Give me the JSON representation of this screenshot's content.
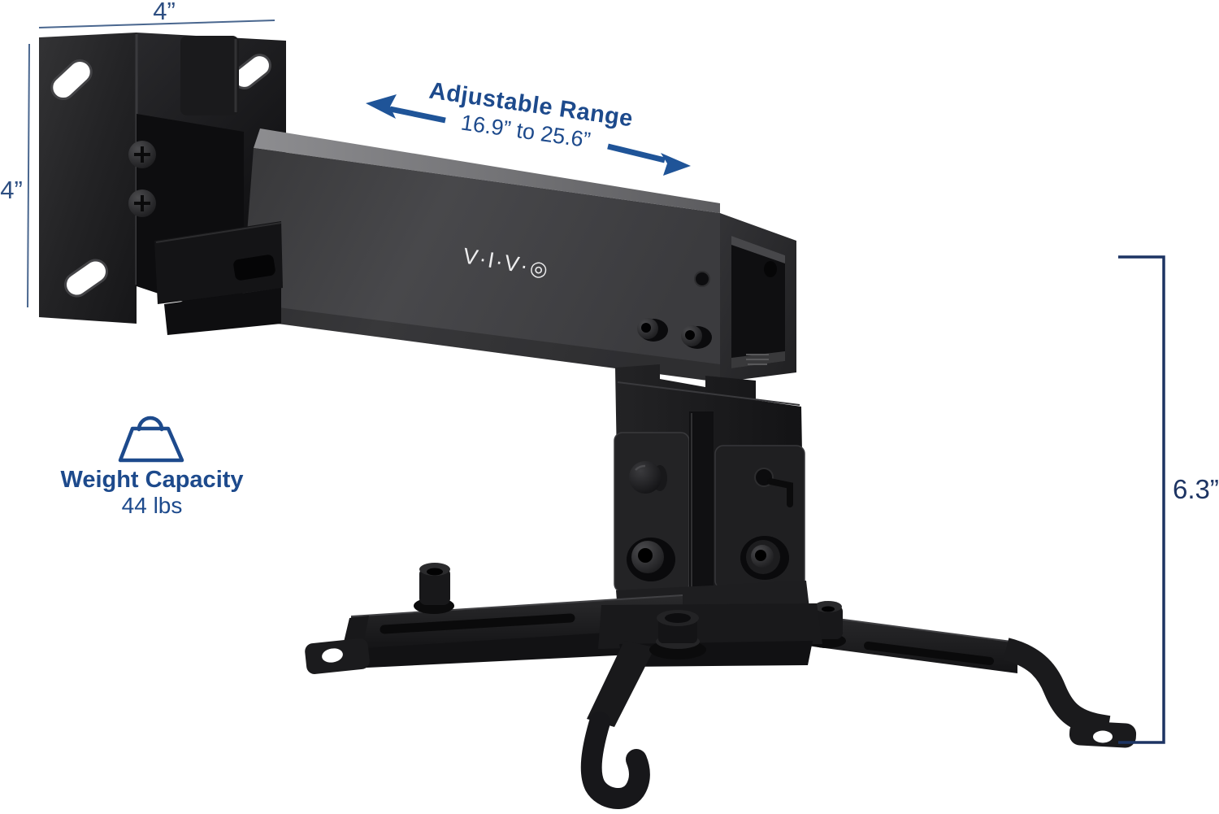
{
  "annotations": {
    "top_width": {
      "label": "4”"
    },
    "left_height": {
      "label": "4”"
    },
    "adjustable_range": {
      "title": "Adjustable Range",
      "range": "16.9” to 25.6”"
    },
    "weight_capacity": {
      "title": "Weight Capacity",
      "value": "44 lbs"
    },
    "drop_height": {
      "label": "6.3”"
    }
  },
  "product": {
    "brand_text": "V·I·V·",
    "brand_mark": "◎"
  },
  "colors": {
    "annotation_text": "#1d4a8c",
    "dim_text": "#2e4f82",
    "dim_line_light": "#4a678f",
    "dim_line_dark": "#1d3463",
    "arrow_blue": "#1f5498",
    "metal_dark": "#161618",
    "metal_mid": "#3e3e40",
    "metal_light": "#8a8a8c",
    "background": "#ffffff"
  }
}
